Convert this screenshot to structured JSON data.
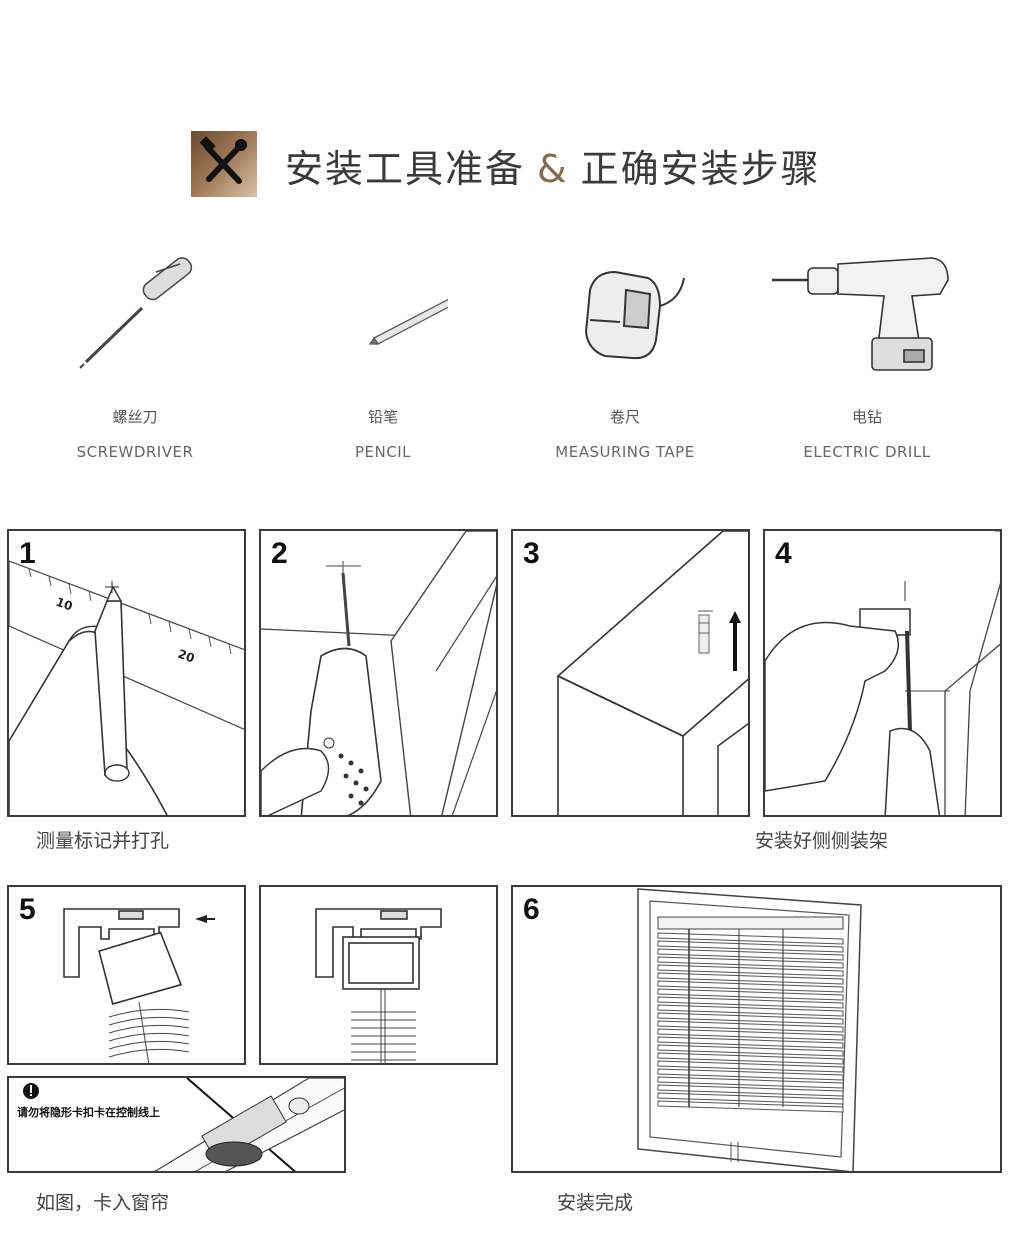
{
  "header": {
    "title_left": "安装工具准备",
    "ampersand": "&",
    "title_right": "正确安装步骤",
    "icon": "tools-icon"
  },
  "tools": [
    {
      "cn": "螺丝刀",
      "en": "SCREWDRIVER",
      "icon": "screwdriver-icon"
    },
    {
      "cn": "铅笔",
      "en": "PENCIL",
      "icon": "pencil-icon"
    },
    {
      "cn": "卷尺",
      "en": "MEASURING TAPE",
      "icon": "measuring-tape-icon"
    },
    {
      "cn": "电钻",
      "en": "ELECTRIC DRILL",
      "icon": "electric-drill-icon"
    }
  ],
  "steps": [
    {
      "num": "1"
    },
    {
      "num": "2"
    },
    {
      "num": "3"
    },
    {
      "num": "4"
    },
    {
      "num": "5"
    },
    {
      "num": "6"
    }
  ],
  "ruler_labels": [
    "10",
    "20"
  ],
  "captions": {
    "measure": "测量标记并打孔",
    "bracket": "安装好侧侧装架",
    "insert": "如图，卡入窗帘",
    "done": "安装完成"
  },
  "warning": {
    "icon": "exclamation-icon",
    "text": "请勿将隐形卡扣卡在控制线上"
  }
}
